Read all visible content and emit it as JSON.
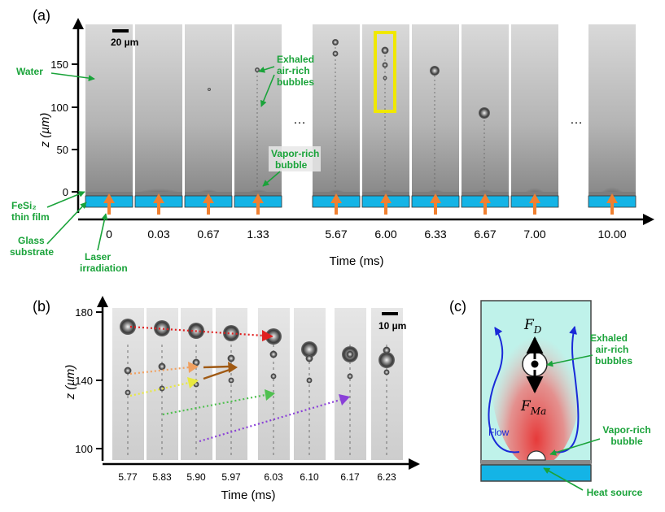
{
  "panel_a": {
    "label": "(a)",
    "scale_bar": "20 µm",
    "y_axis_label": "z (µm)",
    "y_ticks": [
      "150",
      "100",
      "50",
      "0"
    ],
    "x_axis_label": "Time (ms)",
    "times": [
      "0",
      "0.03",
      "0.67",
      "1.33",
      "5.67",
      "6.00",
      "6.33",
      "6.67",
      "7.00",
      "10.00"
    ],
    "ellipsis": "…",
    "annotations": {
      "water": "Water",
      "exhaled": [
        "Exhaled",
        "air-rich",
        "bubbles"
      ],
      "vapor": [
        "Vapor-rich",
        "bubble"
      ],
      "film": [
        "FeSi₂",
        "thin film"
      ],
      "glass": [
        "Glass",
        "substrate"
      ],
      "laser": [
        "Laser",
        "irradiation"
      ]
    }
  },
  "panel_b": {
    "label": "(b)",
    "scale_bar": "10 µm",
    "y_axis_label": "z (µm)",
    "y_ticks": [
      "180",
      "140",
      "100"
    ],
    "x_axis_label": "Time (ms)",
    "times": [
      "5.77",
      "5.83",
      "5.90",
      "5.97",
      "6.03",
      "6.10",
      "6.17",
      "6.23"
    ]
  },
  "panel_c": {
    "label": "(c)",
    "force_drag": "F",
    "force_drag_sub": "D",
    "force_ma": "F",
    "force_ma_sub": "Ma",
    "flow": "Flow",
    "exhaled": [
      "Exhaled",
      "air-rich",
      "bubbles"
    ],
    "vapor": [
      "Vapor-rich",
      "bubble"
    ],
    "heat": "Heat source"
  },
  "colors": {
    "annotation": "#1aa33a",
    "substrate": "#14b4e6",
    "laser_arrow": "#f08030",
    "highlight": "#f0e800",
    "flow_line": "#1a2ad8",
    "fluid_bg": "#bff2ea",
    "heat_plume": "#e84040"
  }
}
